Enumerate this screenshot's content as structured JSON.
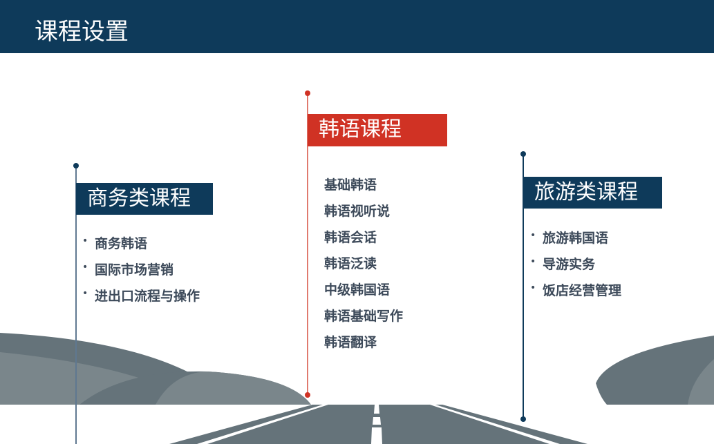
{
  "header": {
    "title": "课程设置"
  },
  "colors": {
    "navy": "#0e3a5a",
    "red": "#d03224",
    "text": "#3d4a5a",
    "hill_dark": "#65737a",
    "hill_light": "#7a868b"
  },
  "columns": [
    {
      "title": "商务类课程",
      "items": [
        "商务韩语",
        "国际市场营销",
        "进出口流程与操作"
      ]
    },
    {
      "title": "韩语课程",
      "items": [
        "基础韩语",
        "韩语视听说",
        "韩语会话",
        "韩语泛读",
        "中级韩国语",
        "韩语基础写作",
        "韩语翻译"
      ]
    },
    {
      "title": "旅游类课程",
      "items": [
        "旅游韩国语",
        "导游实务",
        "饭店经营管理"
      ]
    }
  ]
}
